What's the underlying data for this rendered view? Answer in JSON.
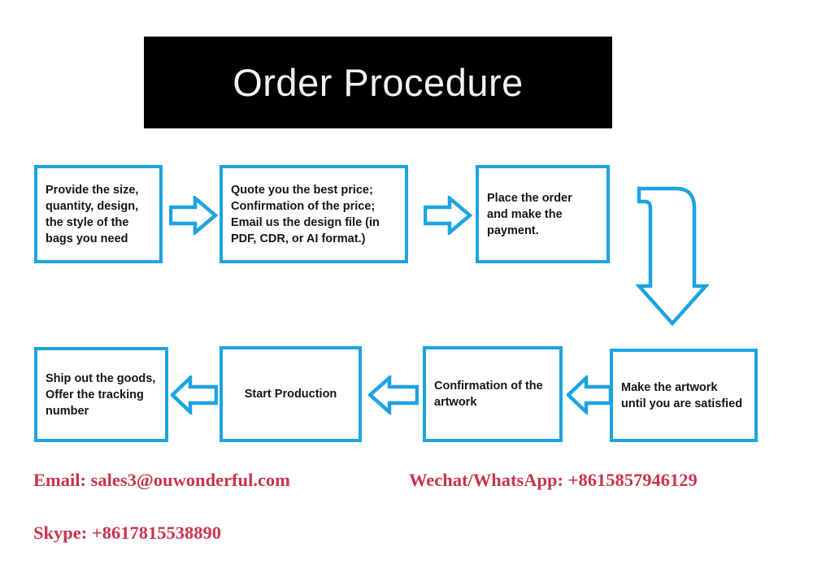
{
  "title": {
    "text": "Order Procedure"
  },
  "colors": {
    "accent_blue": "#1ca4e0",
    "banner_background": "#000000",
    "banner_text": "#f2f2f2",
    "box_text": "#161616",
    "contact_red": "#c8344d"
  },
  "flow": {
    "steps": [
      {
        "id": "provide",
        "label": "Provide the size,\nquantity, design,\nthe style of the\nbags you need"
      },
      {
        "id": "quote",
        "label": "Quote you the best price;\nConfirmation of the price;\nEmail us the design file (in\nPDF, CDR, or AI format.)"
      },
      {
        "id": "place-order",
        "label": "Place the order\nand make the\npayment."
      },
      {
        "id": "make-artwork",
        "label": "Make the artwork\nuntil you are satisfied"
      },
      {
        "id": "confirm-artwork",
        "label": "Confirmation of the\nartwork"
      },
      {
        "id": "start-production",
        "label": "Start Production"
      },
      {
        "id": "ship-goods",
        "label": "Ship out the goods,\nOffer the tracking\nnumber"
      }
    ],
    "connectors": [
      {
        "id": "arrow-1",
        "direction": "right",
        "from": "provide",
        "to": "quote"
      },
      {
        "id": "arrow-2",
        "direction": "right",
        "from": "quote",
        "to": "place-order"
      },
      {
        "id": "arrow-elbow",
        "direction": "right-then-down",
        "from": "place-order",
        "to": "make-artwork"
      },
      {
        "id": "arrow-3",
        "direction": "left",
        "from": "make-artwork",
        "to": "confirm-artwork"
      },
      {
        "id": "arrow-4",
        "direction": "left",
        "from": "confirm-artwork",
        "to": "start-production"
      },
      {
        "id": "arrow-5",
        "direction": "left",
        "from": "start-production",
        "to": "ship-goods"
      }
    ]
  },
  "contact": {
    "email": "Email: sales3@ouwonderful.com",
    "wechat_whatsapp": "Wechat/WhatsApp: +8615857946129",
    "skype": "Skype: +8617815538890"
  }
}
